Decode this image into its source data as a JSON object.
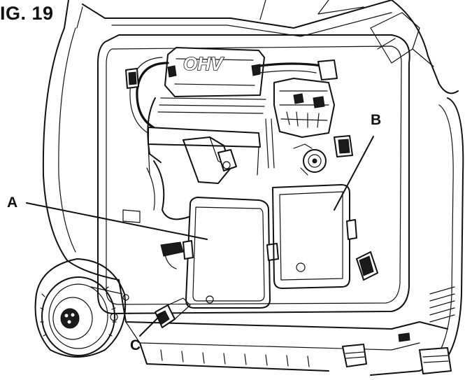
{
  "figure": {
    "title": "IG. 19",
    "callouts": {
      "a": "A",
      "b": "B",
      "c": "C"
    },
    "engine_logo": "OHV"
  }
}
